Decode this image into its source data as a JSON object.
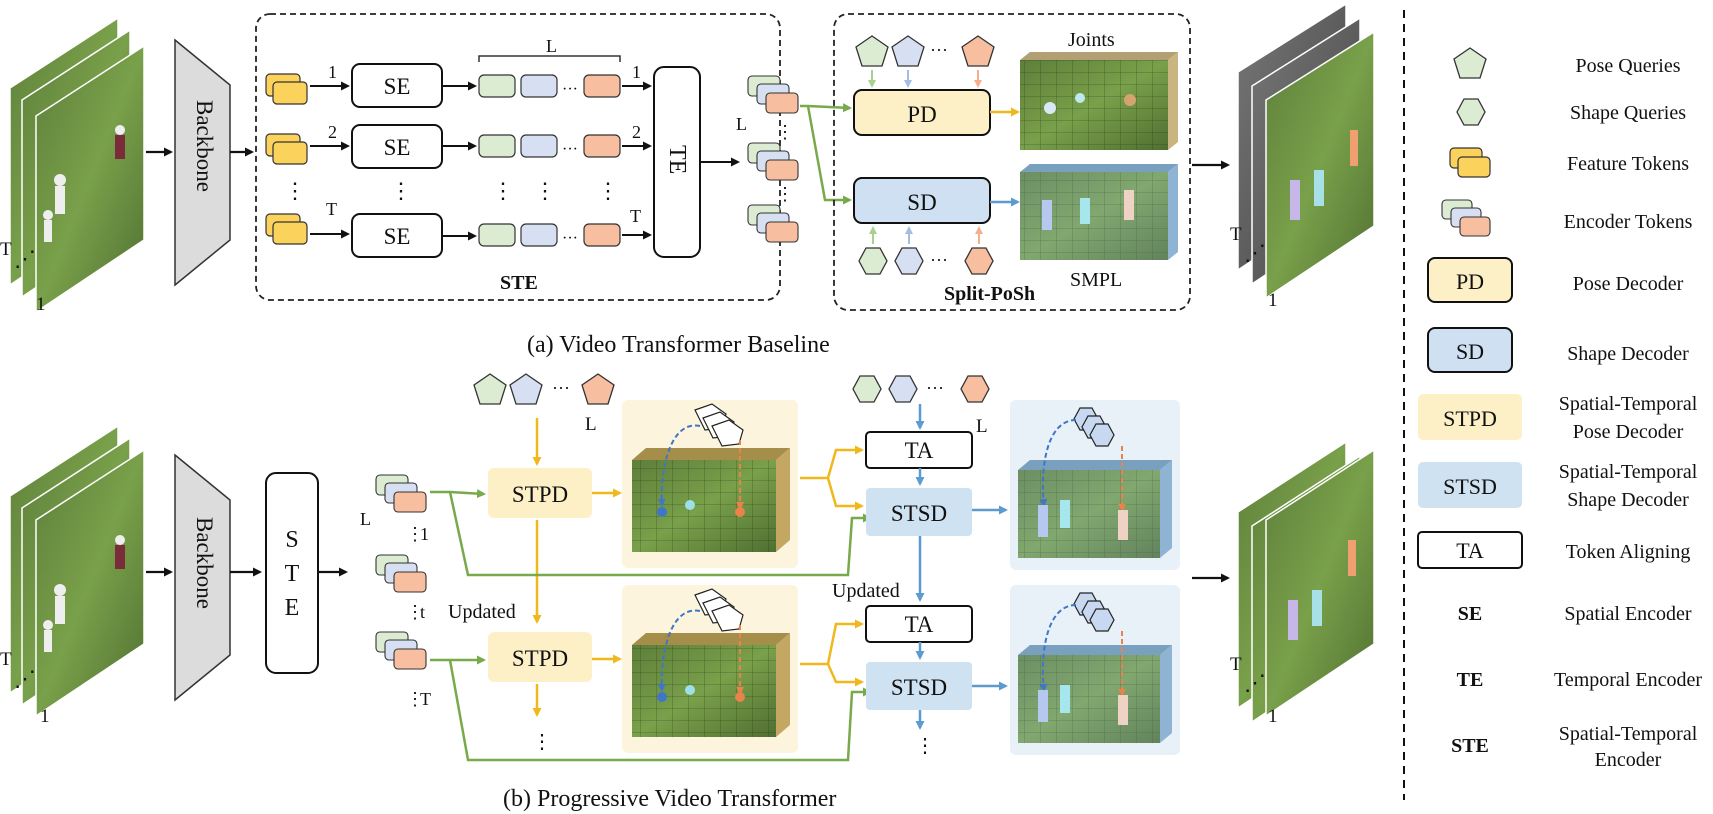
{
  "captions": {
    "top": "(a) Video Transformer Baseline",
    "bottom": "(b) Progressive Video Transformer"
  },
  "frames": {
    "t_label": "T",
    "one_label": "1",
    "dots": "…",
    "small_t": "t"
  },
  "top": {
    "backbone": "Backbone",
    "ste_title": "STE",
    "split_title": "Split-PoSh",
    "se": "SE",
    "te": "TE",
    "pd": "PD",
    "sd": "SD",
    "row_labels": [
      "1",
      "2",
      "T"
    ],
    "L": "L",
    "joints": "Joints",
    "smpl": "SMPL"
  },
  "bottom": {
    "backbone": "Backbone",
    "ste_letters": [
      "S",
      "T",
      "E"
    ],
    "stpd": "STPD",
    "stsd": "STSD",
    "ta": "TA",
    "updated": "Updated",
    "L": "L",
    "token_labels": [
      "1",
      "t",
      "T"
    ]
  },
  "legend": [
    {
      "label": "Pose Queries",
      "icon": "pentagon-icon"
    },
    {
      "label": "Shape Queries",
      "icon": "hexagon-icon"
    },
    {
      "label": "Feature Tokens",
      "icon": "feature-token-icon"
    },
    {
      "label": "Encoder Tokens",
      "icon": "encoder-token-icon"
    },
    {
      "label": "Pose Decoder",
      "abbr": "PD"
    },
    {
      "label": "Shape Decoder",
      "abbr": "SD"
    },
    {
      "label": "Spatial-Temporal",
      "label2": "Pose Decoder",
      "abbr": "STPD"
    },
    {
      "label": "Spatial-Temporal",
      "label2": "Shape Decoder",
      "abbr": "STSD"
    },
    {
      "label": "Token Aligning",
      "abbr": "TA"
    },
    {
      "label": "Spatial Encoder",
      "abbr": "SE"
    },
    {
      "label": "Temporal Encoder",
      "abbr": "TE"
    },
    {
      "label": "Spatial-Temporal",
      "label2": "Encoder",
      "abbr": "STE"
    }
  ],
  "colors": {
    "feature_token": "#fbd35c",
    "token_green": "#dcecd2",
    "token_blue": "#d6e0f2",
    "token_orange": "#f7bea0",
    "pd_fill": "#fdf0c7",
    "sd_fill": "#cfe0f2",
    "stpd_fill": "#fdf0c7",
    "stsd_fill": "#cfe2f1",
    "panel_yellow": "#fcf4dc",
    "panel_blue": "#e8f0f8",
    "arrow_yellow": "#f0b81c",
    "arrow_blue": "#5b9bd0",
    "arrow_green": "#78a94a",
    "field_green": "#6f8f4a"
  }
}
